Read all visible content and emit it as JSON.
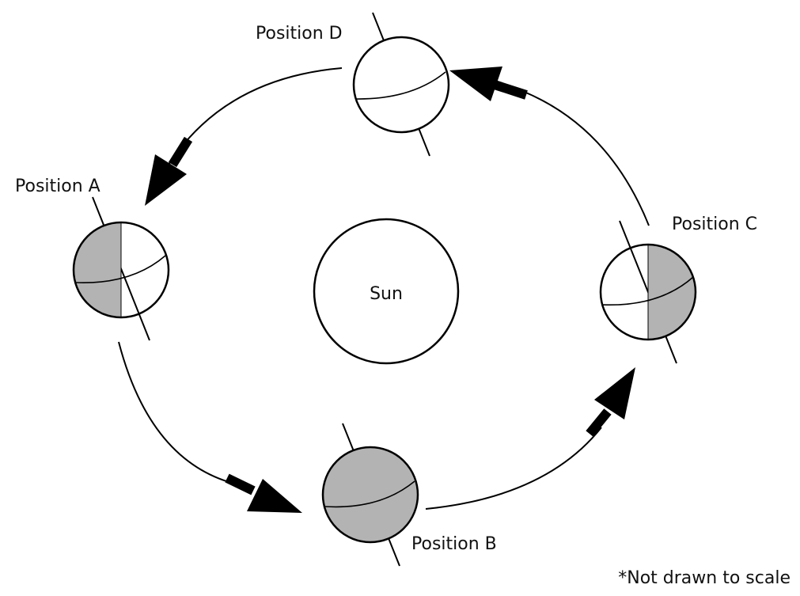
{
  "sun": {
    "label": "Sun"
  },
  "positions": {
    "a": {
      "label": "Position A"
    },
    "b": {
      "label": "Position B"
    },
    "c": {
      "label": "Position C"
    },
    "d": {
      "label": "Position D"
    }
  },
  "footnote": "*Not drawn to scale",
  "colors": {
    "stroke": "#000000",
    "night_shade": "#b3b3b3",
    "day": "#ffffff"
  }
}
